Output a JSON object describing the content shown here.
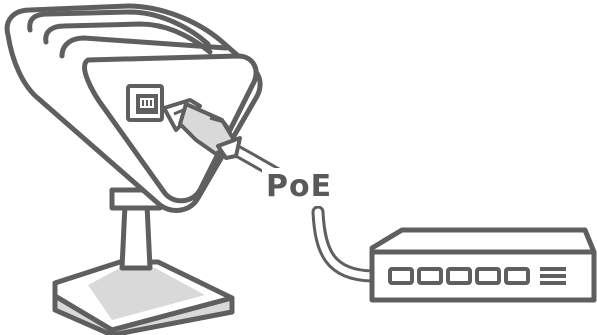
{
  "diagram": {
    "connection_label": "PoE",
    "colors": {
      "stroke": "#5f5f5f",
      "fill_light": "#ffffff",
      "fill_shade": "#d9d9d9",
      "label": "#595959"
    },
    "nodes": [
      {
        "id": "camera",
        "icon": "camera-on-stand-icon"
      },
      {
        "id": "rj45-connector",
        "icon": "rj45-plug-icon"
      },
      {
        "id": "switch",
        "icon": "network-switch-icon",
        "port_count": 5
      }
    ],
    "edges": [
      {
        "from": "camera",
        "to": "switch",
        "label": "PoE"
      }
    ]
  }
}
